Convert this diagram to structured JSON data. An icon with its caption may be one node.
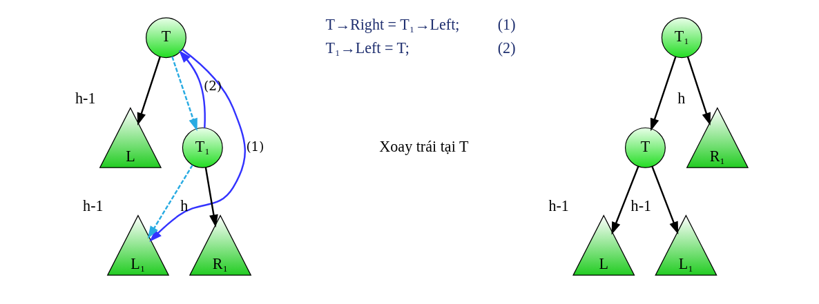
{
  "diagram": {
    "nodes": [
      {
        "text": [
          "T"
        ]
      },
      {
        "text": [
          "L"
        ],
        "beside": [
          "h-1"
        ]
      },
      {
        "text": [
          "T₁"
        ]
      },
      {
        "text": [
          "L₁"
        ],
        "beside": [
          "h-1"
        ]
      },
      {
        "text": [
          "R₁"
        ],
        "beside": [
          "h"
        ]
      },
      {
        "text": [
          "T₁"
        ]
      },
      {
        "text": [
          "T"
        ]
      },
      {
        "text": [
          "R₁"
        ],
        "beside": [
          "h"
        ]
      },
      {
        "text": [
          "L"
        ],
        "beside": [
          "h-1"
        ]
      },
      {
        "text": [
          "L₁"
        ],
        "beside": [
          "h-1"
        ]
      }
    ],
    "edges": [
      {
        "from": 0,
        "to": 1,
        "arrow": "to"
      },
      {
        "from": 0,
        "to": 2,
        "arrow": "to",
        "style": "dashed",
        "color": "#29abe2"
      },
      {
        "from": 2,
        "to": 3,
        "arrow": "to",
        "style": "dashed",
        "color": "#29abe2"
      },
      {
        "from": 2,
        "to": 4,
        "arrow": "to"
      },
      {
        "from": 0,
        "to": 3,
        "arrow": "to",
        "label": "(1)",
        "color": "#3333ff"
      },
      {
        "from": 2,
        "to": 0,
        "arrow": "to",
        "label": "(2)",
        "color": "#3333ff"
      },
      {
        "from": 5,
        "to": 6,
        "arrow": "to"
      },
      {
        "from": 5,
        "to": 7,
        "arrow": "to"
      },
      {
        "from": 6,
        "to": 8,
        "arrow": "to"
      },
      {
        "from": 6,
        "to": 9,
        "arrow": "to"
      }
    ],
    "labels": [
      "T→Right = T₁→Left;",
      "(1)",
      "T₁→Left = T;",
      "(2)",
      "Xoay trái tại T"
    ]
  }
}
